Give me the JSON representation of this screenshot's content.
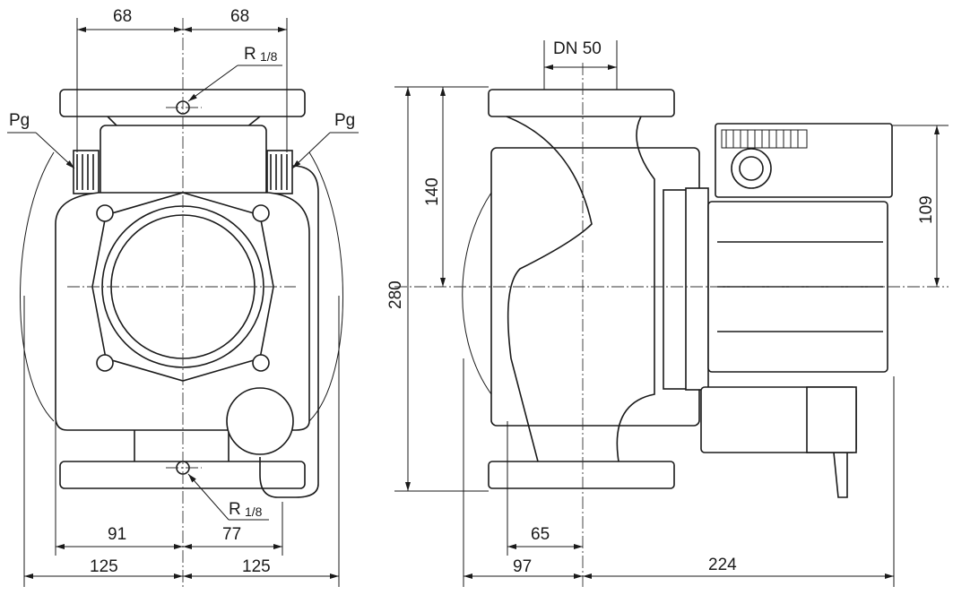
{
  "title": "Pump dimension drawing",
  "front_view": {
    "top_left_width": "68",
    "top_right_width": "68",
    "vent_top_label": "R",
    "vent_top_fraction": "1/8",
    "pressure_left_label": "Pg",
    "pressure_right_label": "Pg",
    "vent_bottom_label": "R",
    "vent_bottom_fraction": "1/8",
    "bottom_left_inner": "91",
    "bottom_right_inner": "77",
    "bottom_left_outer": "125",
    "bottom_right_outer": "125"
  },
  "side_view": {
    "nominal_diameter": "DN 50",
    "overall_height": "280",
    "half_height": "140",
    "terminal_box_height": "109",
    "foot_offset": "65",
    "left_depth": "97",
    "motor_length": "224"
  }
}
